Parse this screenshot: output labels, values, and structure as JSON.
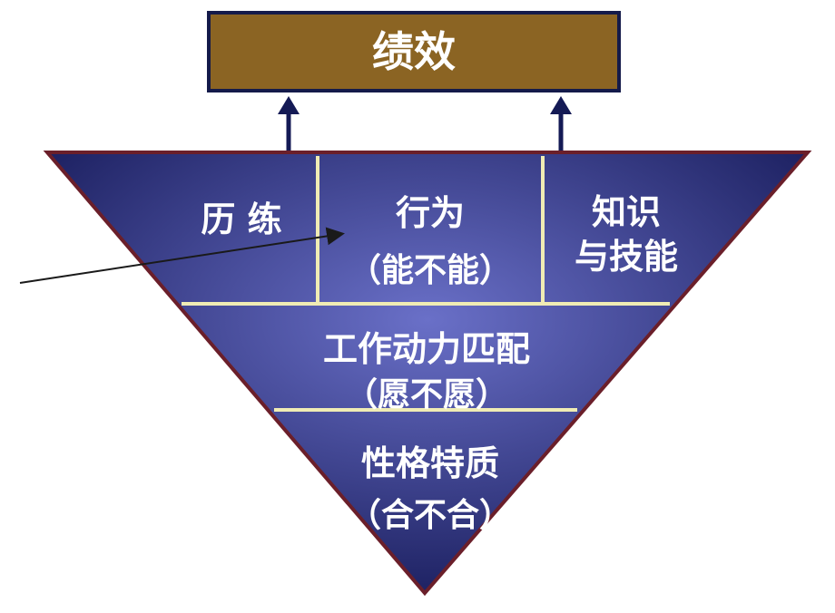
{
  "colors": {
    "box_fill": "#8B6423",
    "box_border": "#141a4a",
    "box_text": "#ffffff",
    "triangle_center": "#6a70c8",
    "triangle_edge": "#1e2263",
    "triangle_border": "#6b1f2a",
    "divider": "#f0ecb4",
    "arrow": "#141a55",
    "label_text": "#ffffff",
    "pointer": "#1a1a1a"
  },
  "performance": {
    "label": "绩效"
  },
  "top_row": {
    "experience": "历 练",
    "behavior_title": "行为",
    "behavior_sub": "（能不能）",
    "knowledge_line1": "知识",
    "knowledge_line2": "与技能"
  },
  "middle_row": {
    "title": "工作动力匹配",
    "sub": "（愿不愿）"
  },
  "bottom_row": {
    "title": "性格特质",
    "sub": "（合不合）"
  },
  "icons": {
    "arrow_left": "up-arrow-icon",
    "arrow_right": "up-arrow-icon",
    "pointer": "pointer-arrow-icon"
  }
}
